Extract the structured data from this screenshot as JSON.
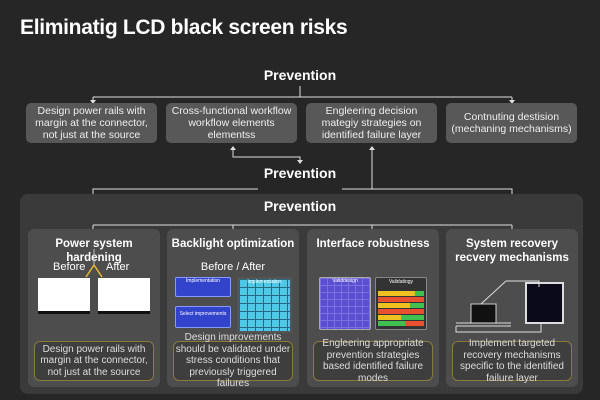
{
  "title": "Eliminatig LCD black screen risks",
  "prevention_labels": [
    "Prevention",
    "Prevention",
    "Prevention"
  ],
  "top_boxes": [
    "Design power rails with margin at the connector, not just at the source",
    "Cross-functional workflow workflow elements elementss",
    "Engleering decision mategiy strategies on identified failure layer",
    "Contnuting destision (mechaning mechanisms)"
  ],
  "cards": [
    {
      "title": "Power system hardening",
      "before": "Before",
      "after": "After",
      "caption": "Design power rails with margin at the connector, not just at the source"
    },
    {
      "title": "Backlight optimization",
      "subtitle": "Before / After",
      "panel_a": "Implementation",
      "panel_b": "Implementation",
      "panel_c": "Select improvements",
      "caption": "Design improvements should be validated under stress conditions that previously triggered failures"
    },
    {
      "title": "Interface robustness",
      "panel_a": "Validdesign",
      "panel_b": "Validatiogy",
      "caption": "Engleering appropriate prevention strategies based identified failure modes"
    },
    {
      "title": "System recovery recvery mechanisms",
      "caption": "Implement targeted recovery mechanisms specific to the identified failure layer"
    }
  ],
  "colors": {
    "background": "#262626",
    "box": "#585858",
    "card": "#4d4d4d",
    "accent": "#e8b830",
    "blue": "#3344cc",
    "purple": "#5a4fd0"
  }
}
